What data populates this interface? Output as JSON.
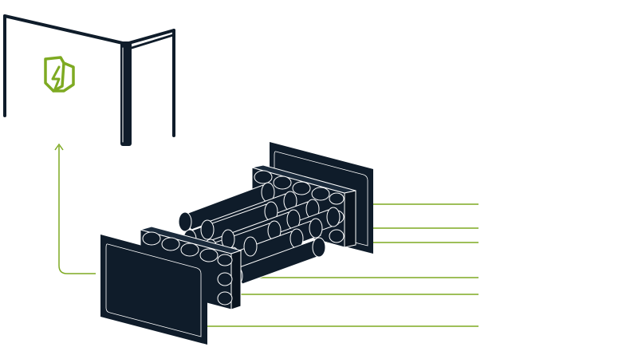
{
  "diagram": {
    "style": "exploded battery module with leader lines",
    "colors": {
      "navy": "#0f1c2a",
      "green": "#7eaa22",
      "background": "#ffffff",
      "outline": "#ffffff"
    },
    "icons": {
      "badge": "shield-lightning-icon",
      "arrow": "arrow-up-icon"
    },
    "callouts": [
      {
        "id": "end-plate-back"
      },
      {
        "id": "cell-holder-back-top"
      },
      {
        "id": "cell-holder-back-bottom"
      },
      {
        "id": "cylindrical-cells"
      },
      {
        "id": "cell-holder-front"
      },
      {
        "id": "end-plate-front"
      }
    ]
  }
}
